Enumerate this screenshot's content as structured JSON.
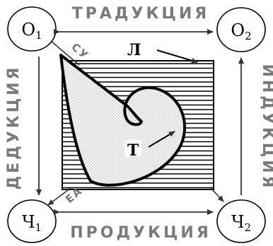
{
  "labels": {
    "top": "ТРАДУКЦИЯ",
    "bottom": "ПРОДУКЦИЯ",
    "left": "ДЕДУКЦИЯ",
    "right": "ИНДУКЦИЯ",
    "diag_top": "СУ",
    "diag_bottom": "ЕА"
  },
  "nodes": {
    "o1": {
      "base": "O",
      "sub": "1"
    },
    "o2": {
      "base": "O",
      "sub": "2"
    },
    "ch1": {
      "base": "Ч",
      "sub": "1"
    },
    "ch2": {
      "base": "Ч",
      "sub": "2"
    }
  },
  "markers": {
    "l": "Л",
    "t": "Т"
  }
}
